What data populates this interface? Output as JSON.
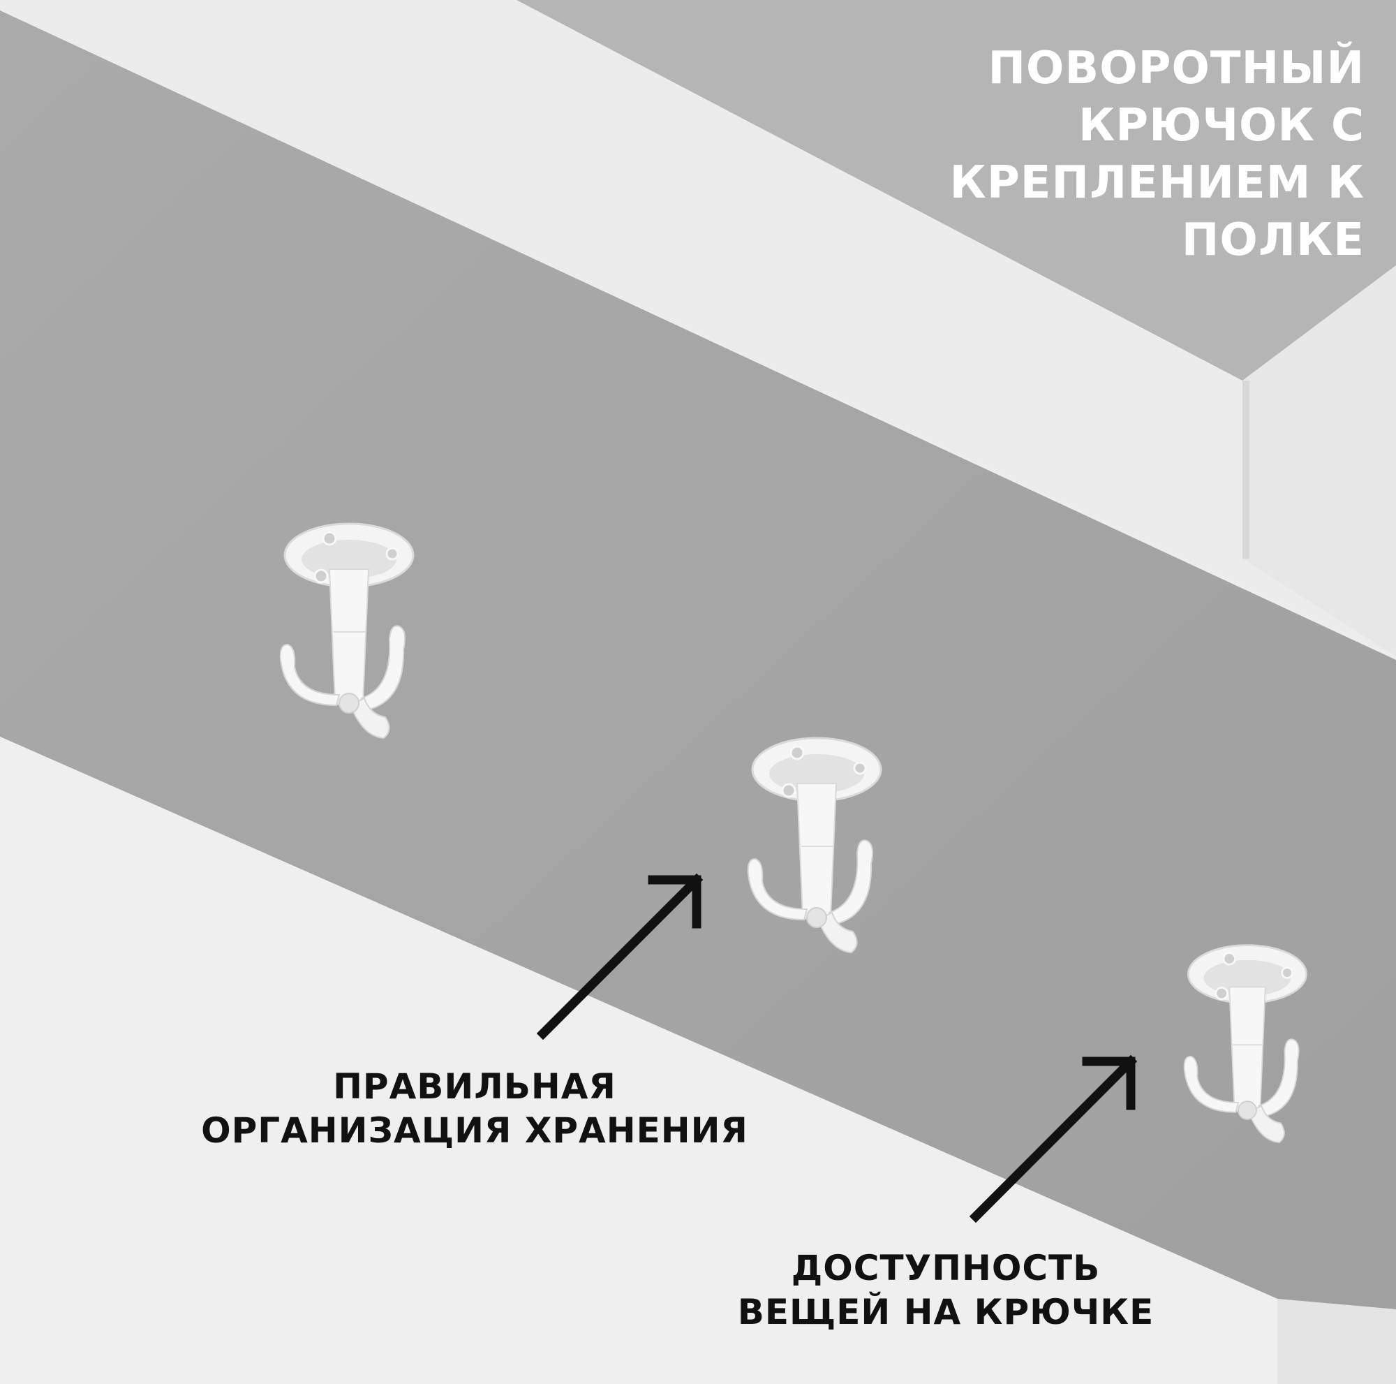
{
  "title": {
    "lines": [
      "ПОВОРОТНЫЙ",
      "КРЮЧОК С",
      "КРЕПЛЕНИЕМ К",
      "ПОЛКЕ"
    ]
  },
  "captions": [
    {
      "lines": [
        "ПРАВИЛЬНАЯ",
        "ОРГАНИЗАЦИЯ ХРАНЕНИЯ"
      ]
    },
    {
      "lines": [
        "ДОСТУПНОСТЬ",
        "ВЕЩЕЙ НА КРЮЧКЕ"
      ]
    }
  ],
  "colors": {
    "shelf_underside": "#a4a4a4",
    "shelf_edge": "#ececec",
    "upper_plane": "#b4b4b4",
    "wall": "#eeeeee",
    "hook": "#f7f7f7",
    "text_light": "#ffffff",
    "text_dark": "#111111",
    "arrow": "#111111"
  },
  "icons": [
    "swivel-hook-icon",
    "arrow-icon"
  ]
}
